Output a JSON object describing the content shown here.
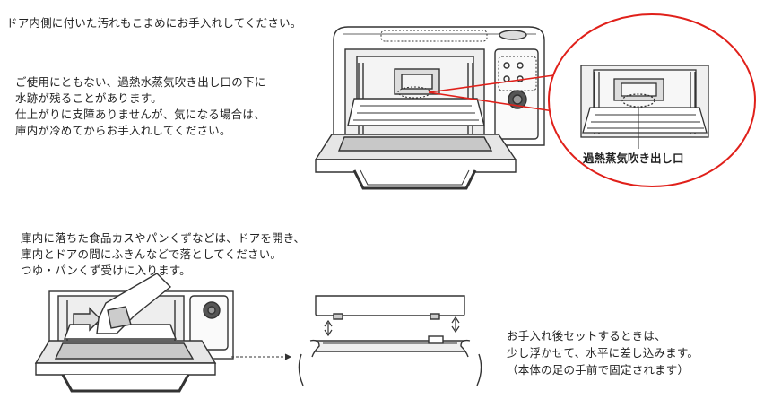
{
  "instructions": {
    "door_inside": "ドア内側に付いた汚れもこまめにお手入れしてください。",
    "steam_note": [
      "ご使用にともない、過熱水蒸気吹き出し口の下に",
      "水跡が残ることがあります。",
      "仕上がりに支障ありませんが、気になる場合は、",
      "庫内が冷めてからお手入れしてください。"
    ],
    "crumbs_note": [
      "庫内に落ちた食品カスやパンくずなどは、ドアを開き、",
      "庫内とドアの間にふきんなどで落としてください。",
      "つゆ・パンくず受けに入ります。"
    ],
    "reset_note": [
      "お手入れ後セットするときは、",
      "少し浮かせて、水平に差し込みます。",
      "（本体の足の手前で固定されます）"
    ]
  },
  "callout": {
    "label": "過熱蒸気吹き出し口"
  },
  "colors": {
    "callout_ring": "#e0201a",
    "line": "#333333",
    "fill_light": "#e8e8e8",
    "fill_mid": "#c8c8c8"
  },
  "icons": {
    "oven_main": "oven-open-door-illustration",
    "zoom": "steam-outlet-zoom-illustration",
    "wipe": "hand-wiping-crumbs-illustration",
    "tray": "crumb-tray-insert-illustration"
  }
}
